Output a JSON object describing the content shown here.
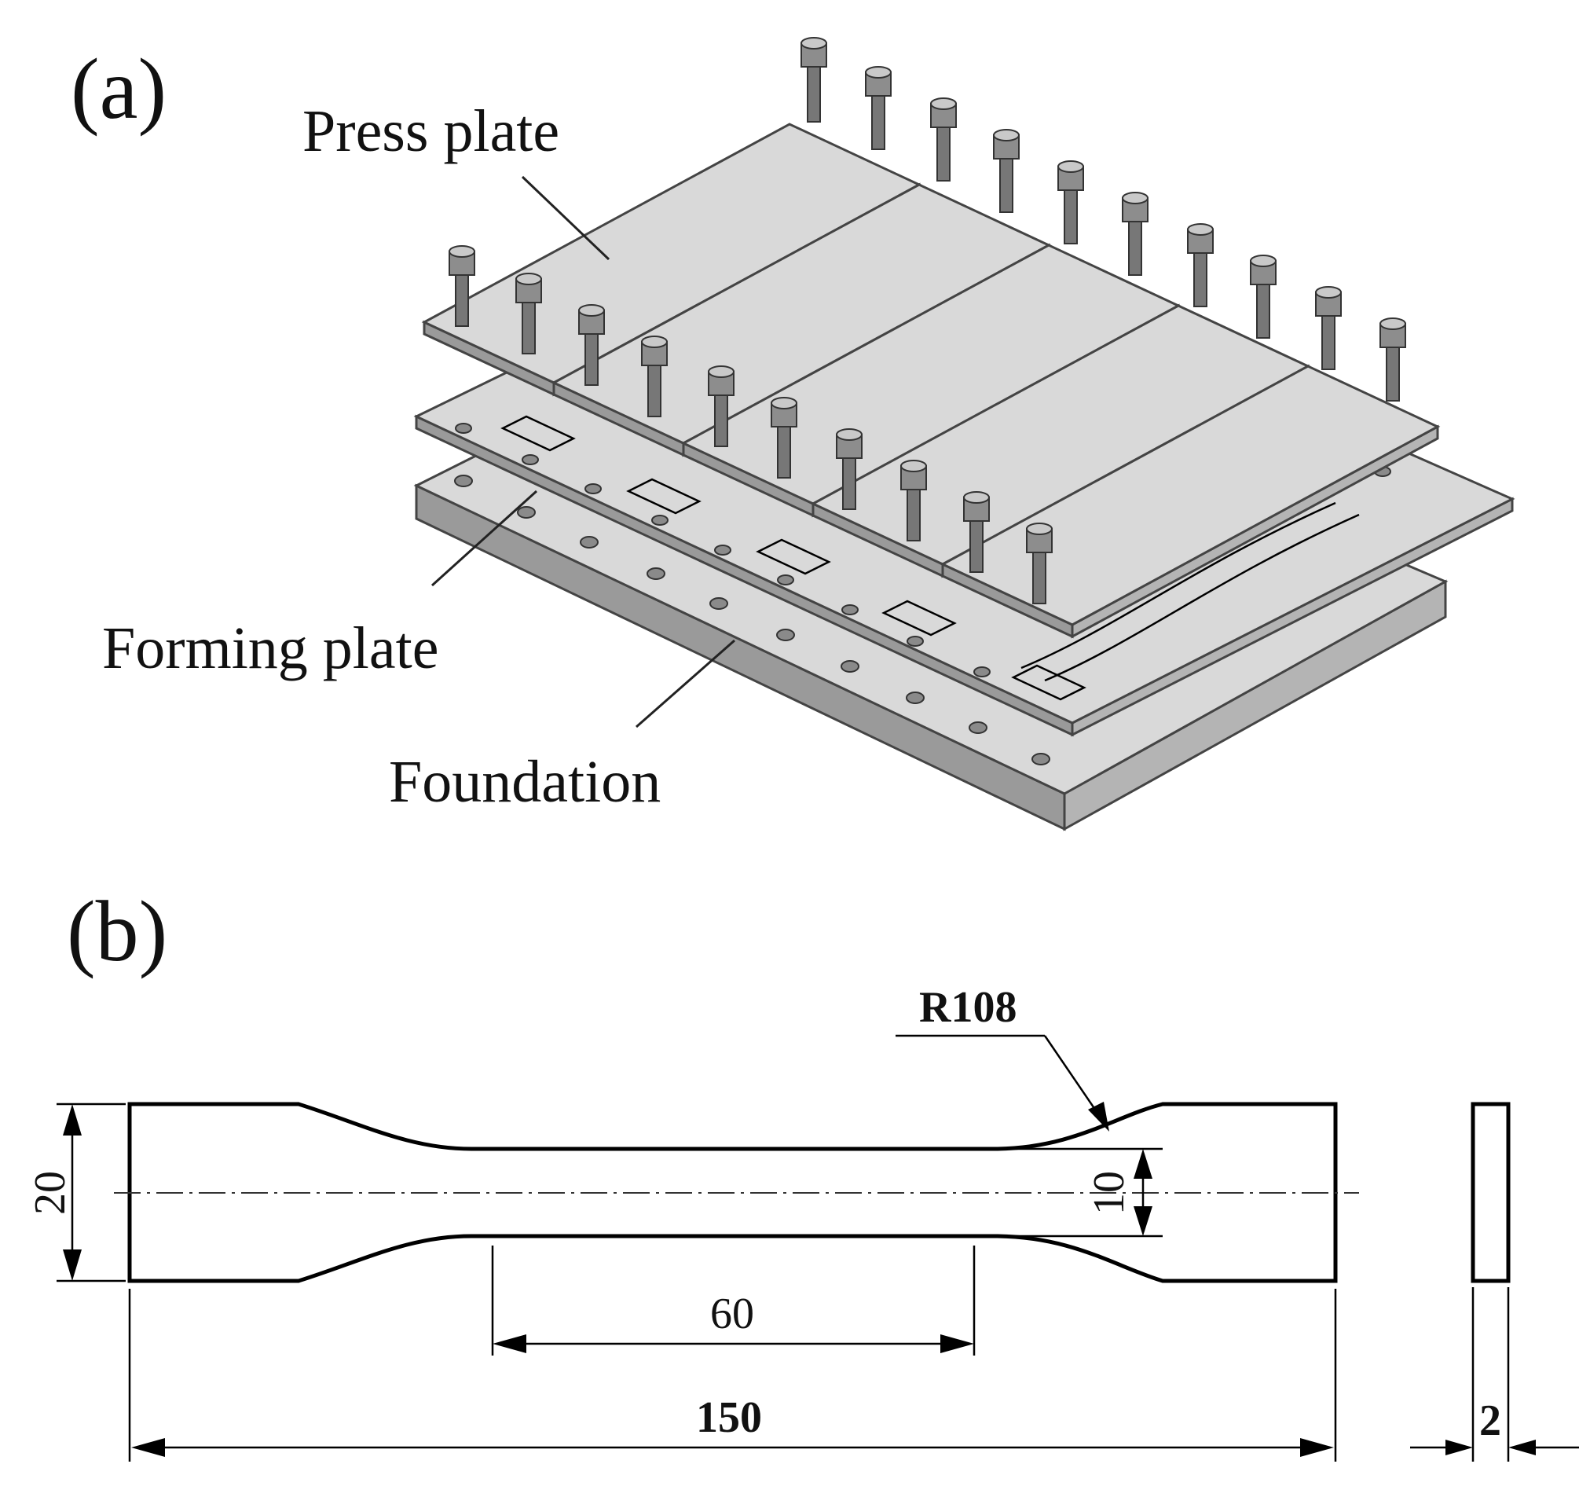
{
  "panel_a": {
    "label": "(a)",
    "callouts": {
      "press_plate": "Press plate",
      "forming_plate": "Forming plate",
      "foundation": "Foundation"
    }
  },
  "panel_b": {
    "label": "(b)",
    "dimensions": {
      "radius": "R108",
      "width": "20",
      "gauge_width": "10",
      "gauge_length": "60",
      "total_length": "150",
      "thickness": "2"
    }
  },
  "colors": {
    "plate": "#d9d9d9",
    "plate_shadow": "#9a9a9a",
    "line": "#000000"
  }
}
